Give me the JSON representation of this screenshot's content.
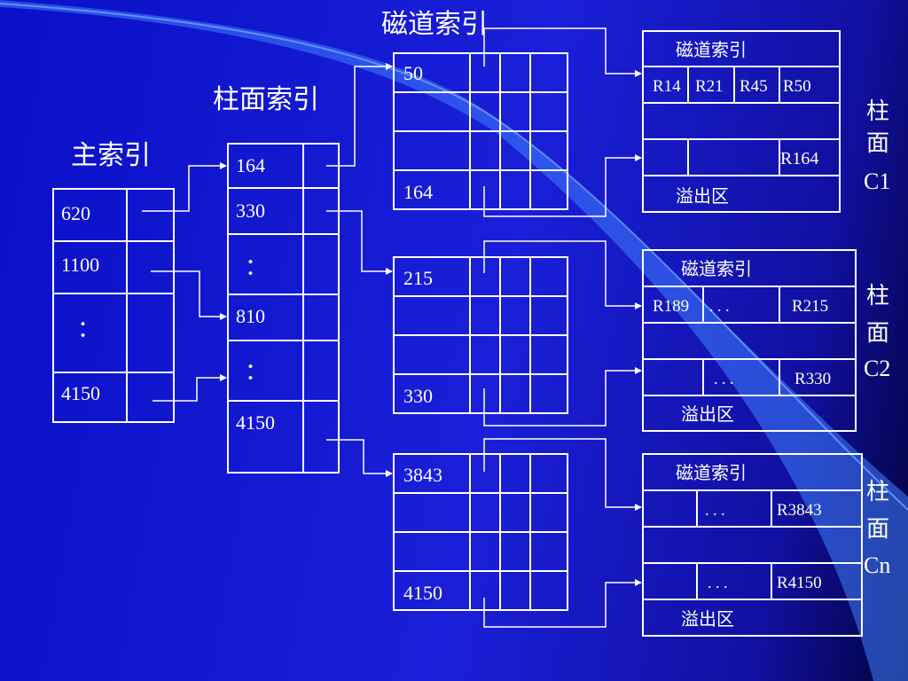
{
  "titles": {
    "main_index": "主索引",
    "cylinder_index": "柱面索引",
    "track_index_top": "磁道索引"
  },
  "main_index": {
    "rows": [
      "620",
      "1100",
      "：",
      "4150"
    ]
  },
  "cylinder_index": {
    "rows": [
      "164",
      "330",
      "：",
      "810",
      "：",
      "4150"
    ]
  },
  "track_index_tables": [
    {
      "top": "50",
      "bottom": "164"
    },
    {
      "top": "215",
      "bottom": "330"
    },
    {
      "top": "3843",
      "bottom": "4150"
    }
  ],
  "cylinders": [
    {
      "header": "磁道索引",
      "row1": [
        "R14",
        "R21",
        "R45",
        "R50"
      ],
      "row3_last": "R164",
      "overflow": "溢出区",
      "side_label": [
        "柱",
        "面",
        "C1"
      ]
    },
    {
      "header": "磁道索引",
      "row1_first": "R189",
      "row1_dots": ". . .",
      "row1_last": "R215",
      "row3_dots": ". . .",
      "row3_last": "R330",
      "overflow": "溢出区",
      "side_label": [
        "柱",
        "面",
        "C2"
      ]
    },
    {
      "header": "磁道索引",
      "row1_dots": ". . .",
      "row1_last": "R3843",
      "row3_dots": ". . .",
      "row3_last": "R4150",
      "overflow": "溢出区",
      "side_label": [
        "柱",
        "面",
        "Cn"
      ]
    }
  ],
  "colors": {
    "background": "#1a1fd8",
    "line": "#ffffff",
    "ribbon": "#3f7fff"
  }
}
